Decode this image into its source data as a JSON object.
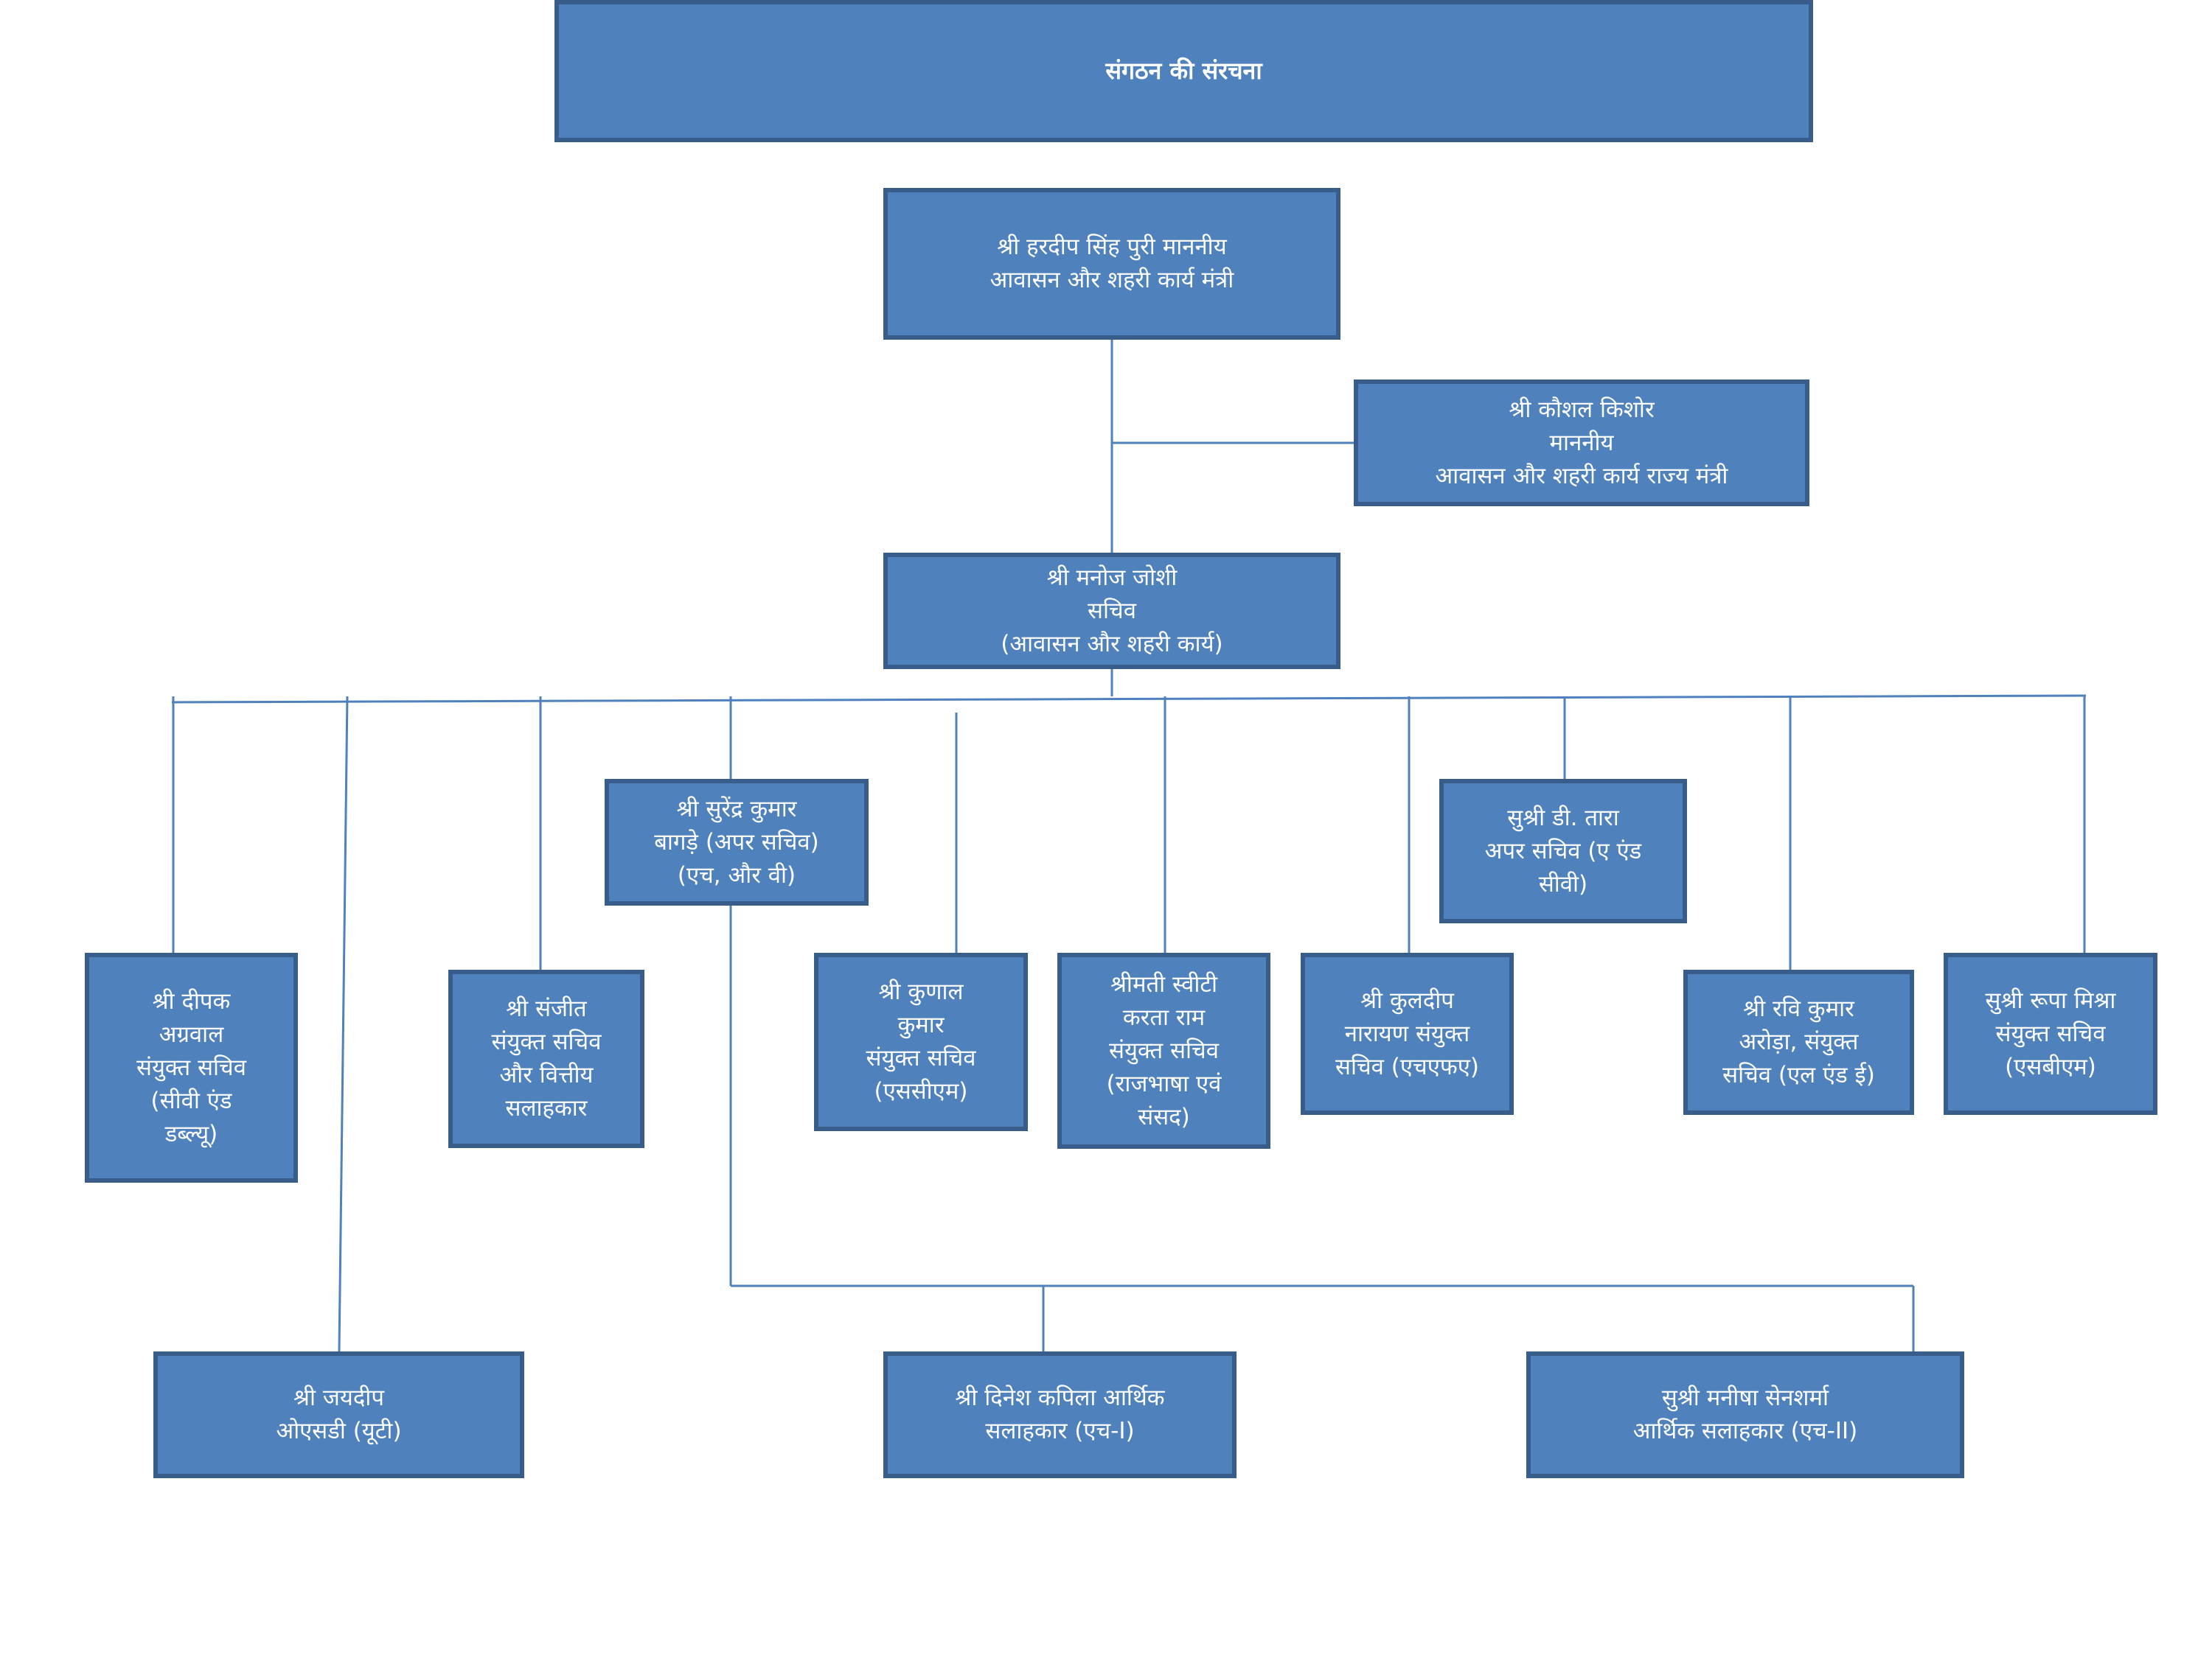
{
  "colors": {
    "box_fill": "#4f81bd",
    "box_border": "#385d8a",
    "connector": "#4f81bd",
    "text": "#ffffff"
  },
  "chart": {
    "title": [
      "संगठन की संरचना"
    ],
    "minister": [
      "श्री हरदीप सिंह पुरी माननीय",
      "आवासन और शहरी कार्य मंत्री"
    ],
    "minister_of_state": [
      "श्री कौशल किशोर",
      "माननीय",
      "आवासन और शहरी कार्य राज्य मंत्री"
    ],
    "secretary": [
      "श्री मनोज जोशी",
      "सचिव",
      "(आवासन और शहरी कार्य)"
    ],
    "additional_secretary_1": [
      "श्री सुरेंद्र कुमार",
      "बागड़े (अपर सचिव)",
      "(एच, और वी)"
    ],
    "additional_secretary_2": [
      "सुश्री डी. तारा",
      "अपर सचिव (ए एंड",
      "सीवी)"
    ],
    "joint_secretary_1": [
      "श्री दीपक",
      "अग्रवाल",
      "संयुक्त सचिव",
      "(सीवी एंड",
      "डब्ल्यू)"
    ],
    "joint_secretary_2": [
      "श्री संजीत",
      "संयुक्त सचिव",
      "और वित्तीय",
      "सलाहकार"
    ],
    "joint_secretary_3": [
      "श्री कुणाल",
      "कुमार",
      "संयुक्त सचिव",
      "(एससीएम)"
    ],
    "joint_secretary_4": [
      "श्रीमती स्वीटी",
      "करता राम",
      "संयुक्त सचिव",
      "(राजभाषा एवं",
      "संसद)"
    ],
    "joint_secretary_5": [
      "श्री कुलदीप",
      "नारायण संयुक्त",
      "सचिव (एचएफए)"
    ],
    "joint_secretary_6": [
      "श्री रवि कुमार",
      "अरोड़ा, संयुक्त",
      "सचिव (एल एंड ई)"
    ],
    "joint_secretary_7": [
      "सुश्री रूपा मिश्रा",
      "संयुक्त सचिव",
      "(एसबीएम)"
    ],
    "osd": [
      "श्री जयदीप",
      "ओएसडी (यूटी)"
    ],
    "economic_adviser_1": [
      "श्री दिनेश कपिला आर्थिक",
      "सलाहकार (एच-I)"
    ],
    "economic_adviser_2": [
      "सुश्री मनीषा सेनशर्मा",
      "आर्थिक सलाहकार  (एच-II)"
    ]
  }
}
